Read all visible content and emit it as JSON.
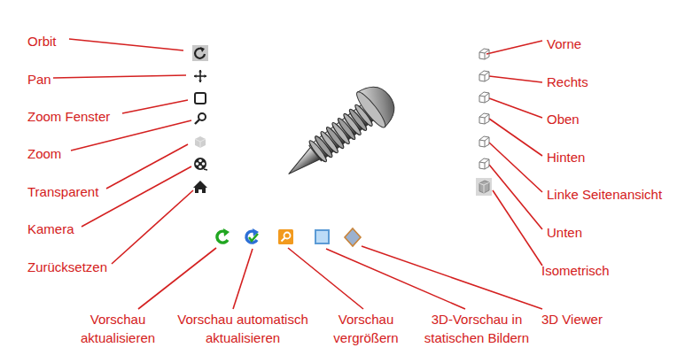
{
  "diagram": {
    "labels": [
      "Orbit",
      "Pan",
      "Zoom Fenster",
      "Zoom",
      "Transparent",
      "Kamera",
      "Zurücksetzen",
      "Vorne",
      "Rechts",
      "Oben",
      "Hinten",
      "Linke Seitenansicht",
      "Unten",
      "Isometrisch",
      "Vorschau aktualisieren",
      "Vorschau automatisch aktualisieren",
      "Vorschau vergrößern",
      "3D-Vorschau in statischen Bildern",
      "3D Viewer"
    ]
  }
}
